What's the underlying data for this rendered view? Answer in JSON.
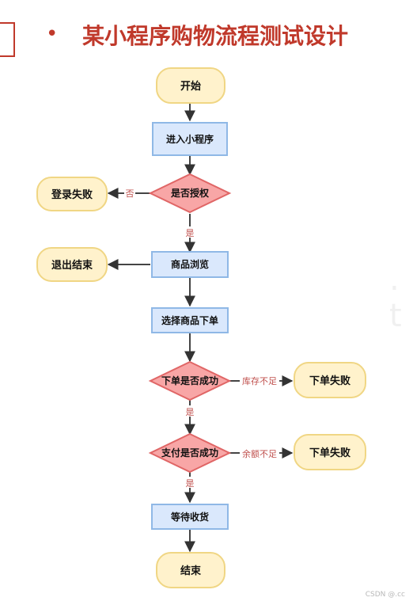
{
  "header": {
    "bullet": "•",
    "title": "某小程序购物流程测试设计"
  },
  "nodes": {
    "start": "开始",
    "enter": "进入小程序",
    "authorized": "是否授权",
    "login_fail": "登录失败",
    "browse": "商品浏览",
    "exit_end": "退出结束",
    "select_order": "选择商品下单",
    "order_success": "下单是否成功",
    "order_fail_1": "下单失败",
    "pay_success": "支付是否成功",
    "order_fail_2": "下单失败",
    "wait_receive": "等待收货",
    "end": "结束"
  },
  "edge_labels": {
    "no": "否",
    "yes_1": "是",
    "stock_insufficient": "库存不足",
    "yes_2": "是",
    "balance_insufficient": "余额不足",
    "yes_3": "是"
  },
  "colors": {
    "title": "#c0392b",
    "terminal_fill": "#fff2cc",
    "terminal_stroke": "#f0d684",
    "process_fill": "#dae8fc",
    "process_stroke": "#8fb8e6",
    "decision_fill": "#f8a6a6",
    "decision_stroke": "#e06666",
    "arrow": "#333333",
    "label": "#c0504d"
  },
  "footer": {
    "watermark": "CSDN @.cc"
  },
  "decor": {
    "ghost_text": ". t"
  }
}
